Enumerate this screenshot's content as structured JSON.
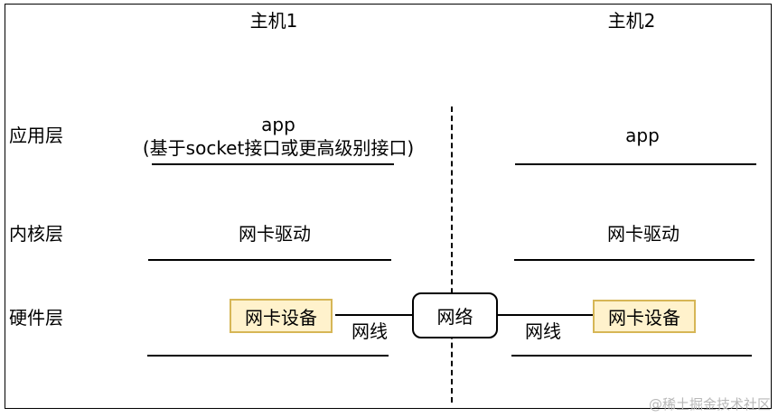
{
  "hosts": {
    "left": {
      "title": "主机1",
      "app_line1": "app",
      "app_line2": "(基于socket接口或更高级别接口)",
      "kernel": "网卡驱动",
      "nic": "网卡设备"
    },
    "right": {
      "title": "主机2",
      "app": "app",
      "kernel": "网卡驱动",
      "nic": "网卡设备"
    }
  },
  "layers": {
    "application": "应用层",
    "kernel": "内核层",
    "hardware": "硬件层"
  },
  "network": {
    "label": "网络",
    "cable_left": "网线",
    "cable_right": "网线"
  },
  "watermark": "@稀土掘金技术社区",
  "colors": {
    "nic_fill": "#fff2cc",
    "nic_border": "#d6b656"
  }
}
